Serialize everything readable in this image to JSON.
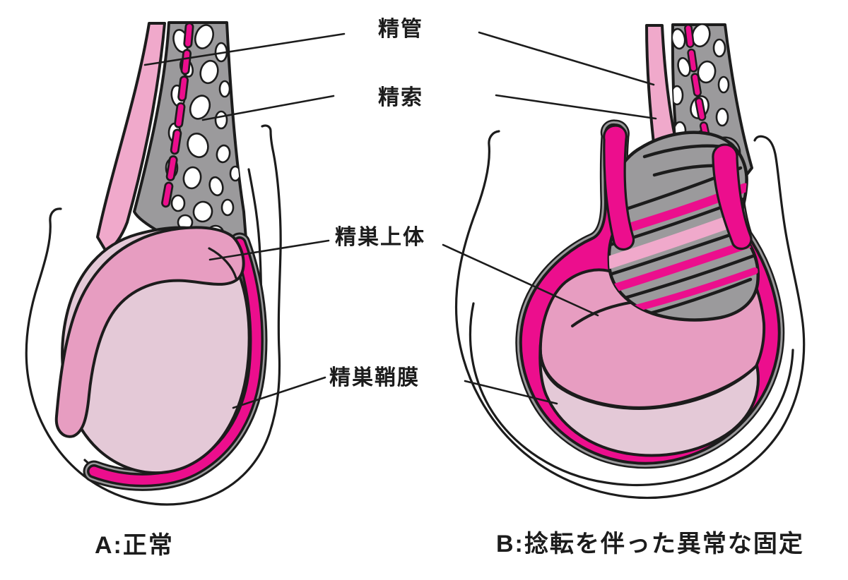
{
  "figure": {
    "type": "anatomical-diagram",
    "subject": "testicular torsion comparison (normal vs abnormal fixation)",
    "annotation_labels": [
      {
        "id": "vas-deferens",
        "text": "精管"
      },
      {
        "id": "spermatic-cord",
        "text": "精索"
      },
      {
        "id": "epididymis",
        "text": "精巣上体"
      },
      {
        "id": "tunica-vaginalis",
        "text": "精巣鞘膜"
      }
    ],
    "panels": [
      {
        "id": "A",
        "caption": "A:正常"
      },
      {
        "id": "B",
        "caption": "B:捻転を伴った異常な固定"
      }
    ],
    "palette": {
      "background": "#ffffff",
      "outline_ink": "#1c1c1c",
      "magenta": "#ec0e8d",
      "testis_pink": "#e4c9d7",
      "epididymis_pink": "#e79dc1",
      "cord_band_pink": "#f0a9cb",
      "mesh_gray": "#9b9a9c"
    }
  }
}
